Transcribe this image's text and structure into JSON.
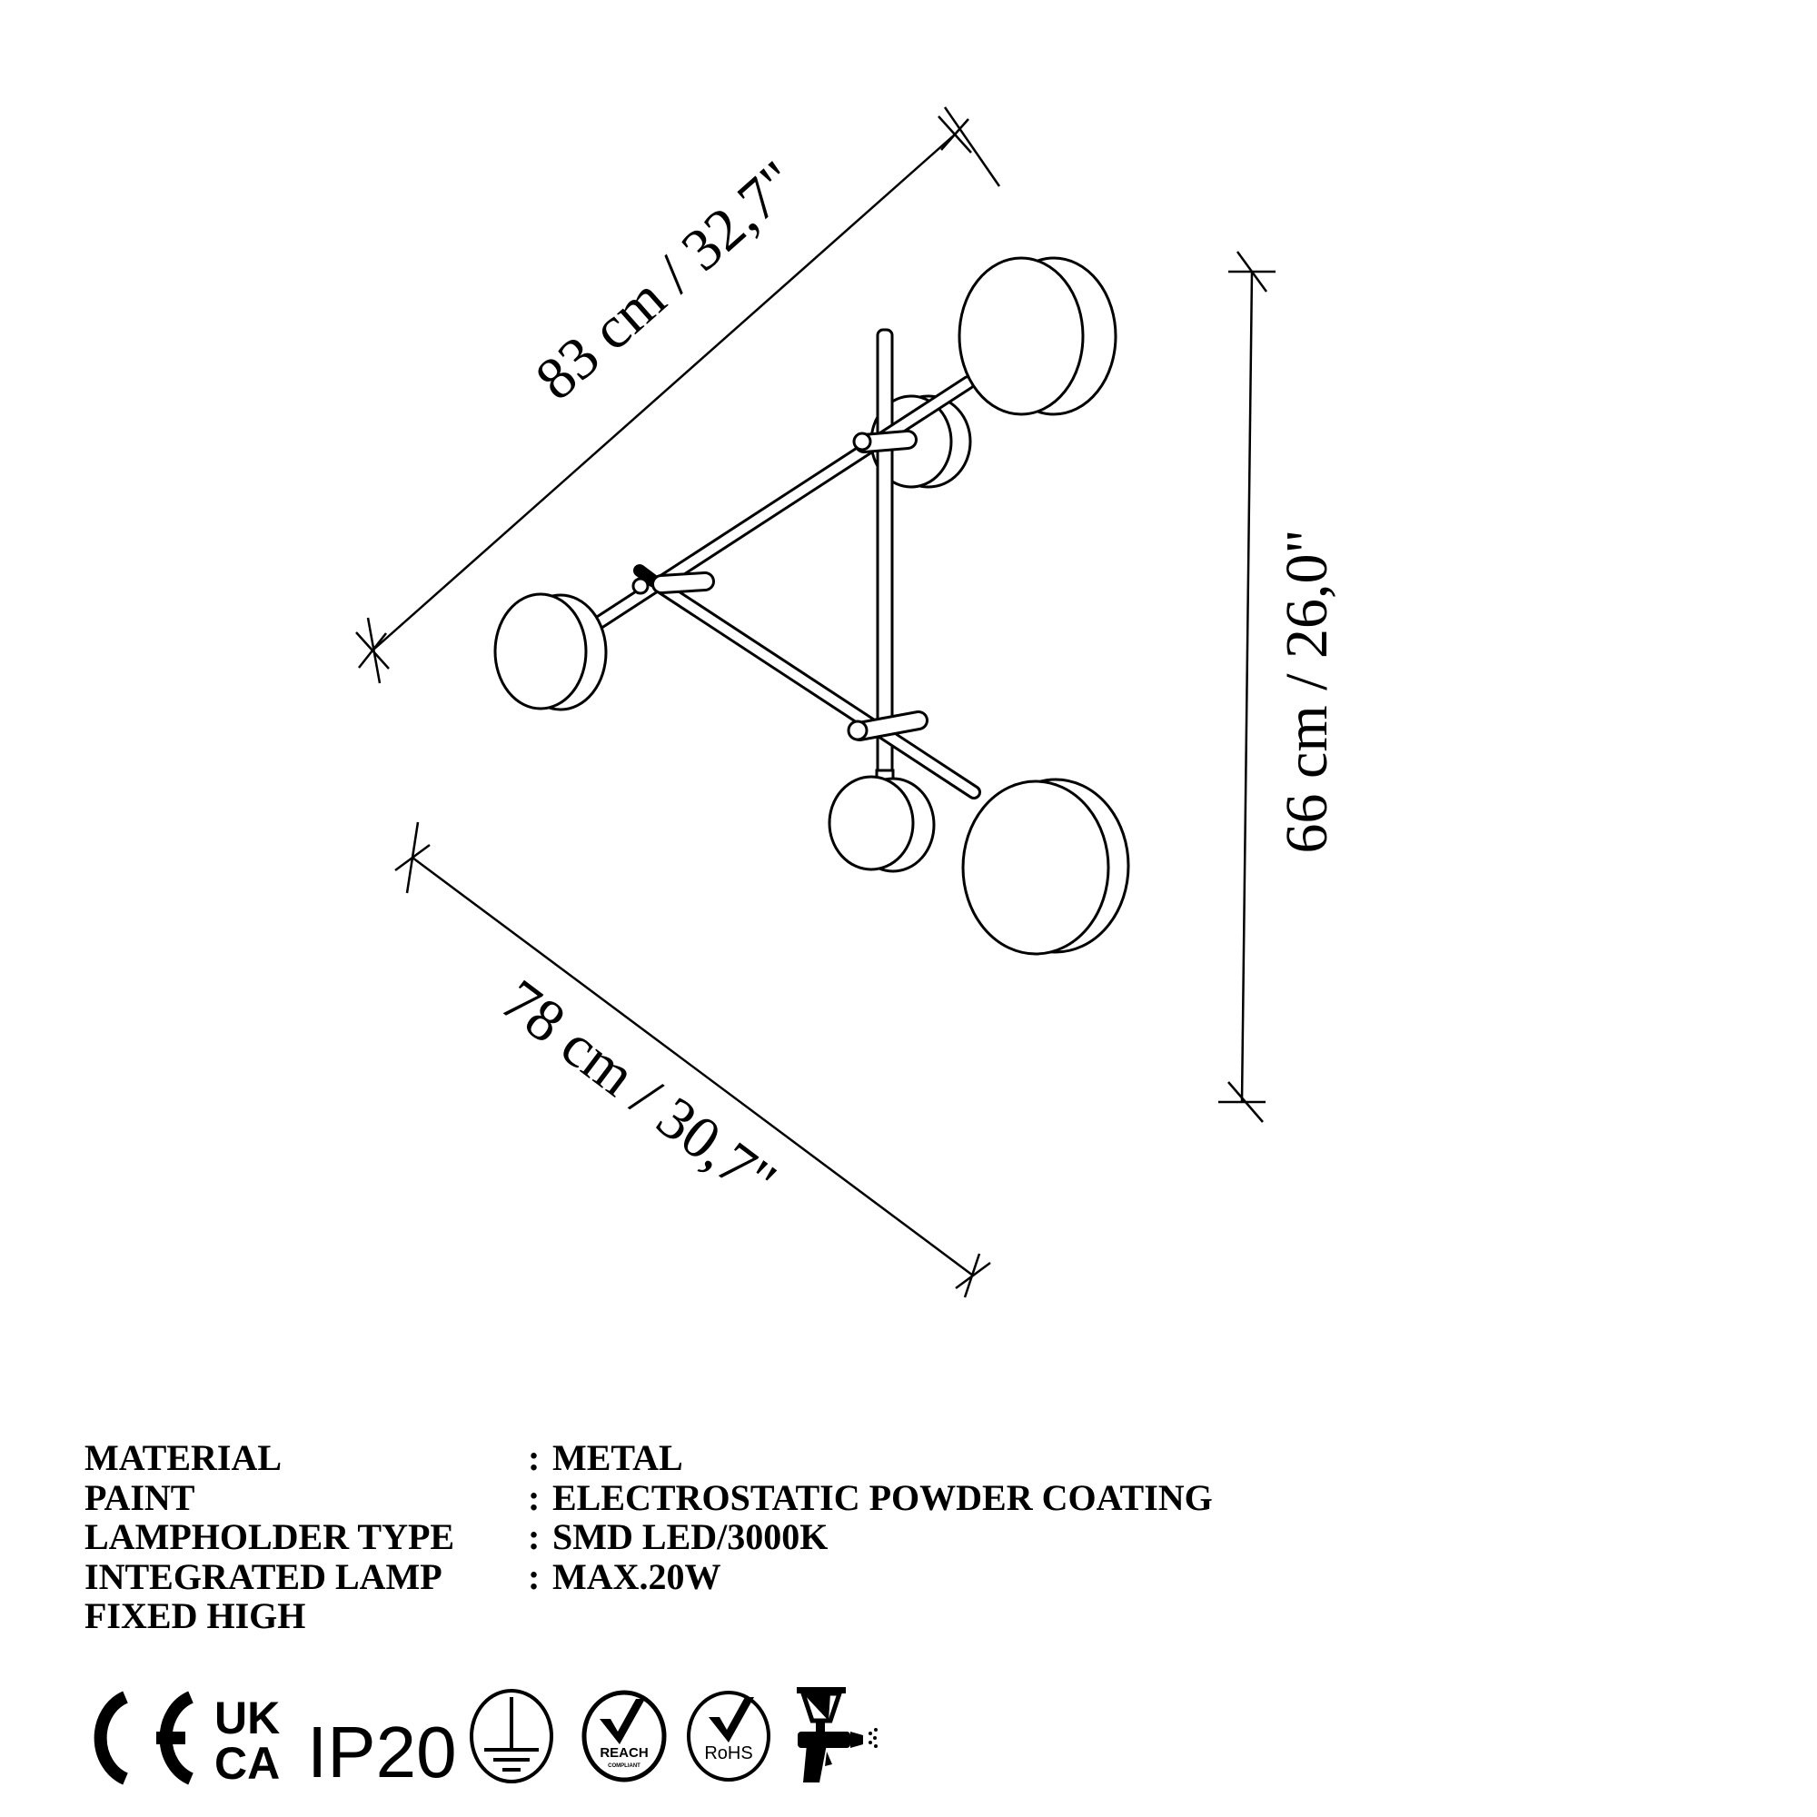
{
  "dimensions": {
    "diagonal_top": "83 cm / 32,7\"",
    "diagonal_bottom": "78 cm / 30,7\"",
    "height": "66 cm / 26,0\""
  },
  "specs": [
    {
      "label": "MATERIAL",
      "value": "METAL"
    },
    {
      "label": "PAINT",
      "value": "ELECTROSTATIC POWDER COATING"
    },
    {
      "label": "LAMPHOLDER TYPE",
      "value": "SMD LED/3000K"
    },
    {
      "label": "INTEGRATED LAMP",
      "value": "MAX.20W"
    },
    {
      "label": "FIXED HIGH",
      "value": ""
    }
  ],
  "separator": ":",
  "certifications": {
    "ce": "CE",
    "ukca_top": "UK",
    "ukca_bottom": "CA",
    "ip": "IP20",
    "reach": "REACH",
    "reach_sub": "COMPLIANT",
    "rohs": "RoHS",
    "icons": [
      "ce-mark",
      "ukca-mark",
      "ip20-rating",
      "earth-ground-icon",
      "reach-compliant-icon",
      "rohs-icon",
      "spray-gun-icon"
    ]
  }
}
